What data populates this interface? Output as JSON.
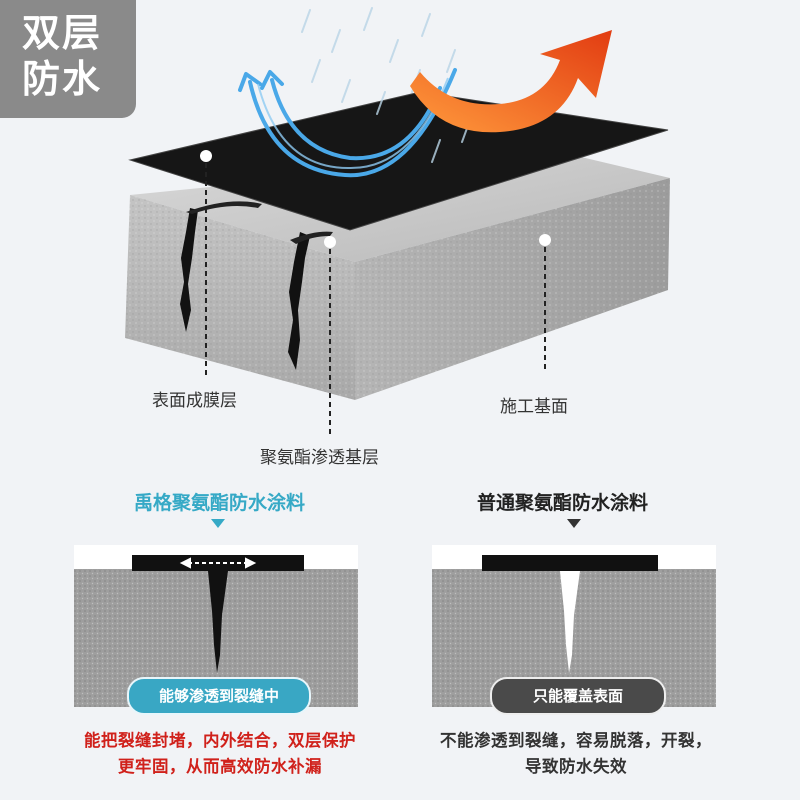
{
  "badge": {
    "line1": "双层",
    "line2": "防水"
  },
  "layers": {
    "surface_film": "表面成膜层",
    "base": "施工基面",
    "penetration": "聚氨酯渗透基层"
  },
  "left": {
    "title": "禹格聚氨酯防水涂料",
    "pill": "能够渗透到裂缝中",
    "caption_line1": "能把裂缝封堵，内外结合，双层保护",
    "caption_line2": "更牢固，从而高效防水补漏"
  },
  "right": {
    "title": "普通聚氨酯防水涂料",
    "pill": "只能覆盖表面",
    "caption_line1": "不能渗透到裂缝，容易脱落，开裂，",
    "caption_line2": "导致防水失效"
  },
  "colors": {
    "badge_bg": "#8a8a8a",
    "left_accent": "#36a9c6",
    "left_caption": "#d0211b",
    "right_accent": "#222222",
    "pill_left": "#39a7c4",
    "pill_right": "#4a4a4a"
  },
  "icons": [
    "water-arrows-icon",
    "heat-arrow-icon",
    "rain-icon",
    "marker-dot-icon",
    "triangle-down-icon",
    "double-arrow-icon"
  ]
}
